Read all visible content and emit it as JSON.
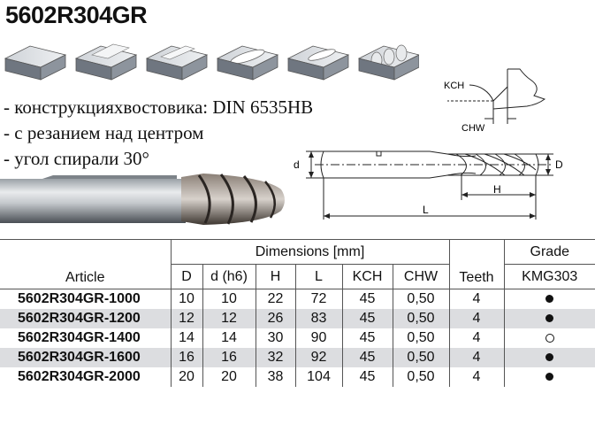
{
  "title": "5602R304GR",
  "features": [
    "- конструкцияхвостовика: DIN 6535HB",
    "- с резанием над центром",
    "- угол спирали 30°"
  ],
  "drawing_labels": {
    "kch": "KCH",
    "chw": "CHW",
    "d_small": "d",
    "d_big": "D",
    "h": "H",
    "l": "L"
  },
  "table": {
    "col_article": "Article",
    "group_dimensions": "Dimensions [mm]",
    "group_grade": "Grade",
    "col_D": "D",
    "col_d": "d (h6)",
    "col_H": "H",
    "col_L": "L",
    "col_KCH": "KCH",
    "col_CHW": "CHW",
    "col_teeth": "Teeth",
    "col_grade": "KMG303",
    "rows": [
      {
        "article": "5602R304GR-1000",
        "D": "10",
        "d": "10",
        "H": "22",
        "L": "72",
        "KCH": "45",
        "CHW": "0,50",
        "teeth": "4",
        "grade": "filled"
      },
      {
        "article": "5602R304GR-1200",
        "D": "12",
        "d": "12",
        "H": "26",
        "L": "83",
        "KCH": "45",
        "CHW": "0,50",
        "teeth": "4",
        "grade": "filled"
      },
      {
        "article": "5602R304GR-1400",
        "D": "14",
        "d": "14",
        "H": "30",
        "L": "90",
        "KCH": "45",
        "CHW": "0,50",
        "teeth": "4",
        "grade": "open"
      },
      {
        "article": "5602R304GR-1600",
        "D": "16",
        "d": "16",
        "H": "32",
        "L": "92",
        "KCH": "45",
        "CHW": "0,50",
        "teeth": "4",
        "grade": "filled"
      },
      {
        "article": "5602R304GR-2000",
        "D": "20",
        "d": "20",
        "H": "38",
        "L": "104",
        "KCH": "45",
        "CHW": "0,50",
        "teeth": "4",
        "grade": "filled"
      }
    ]
  }
}
